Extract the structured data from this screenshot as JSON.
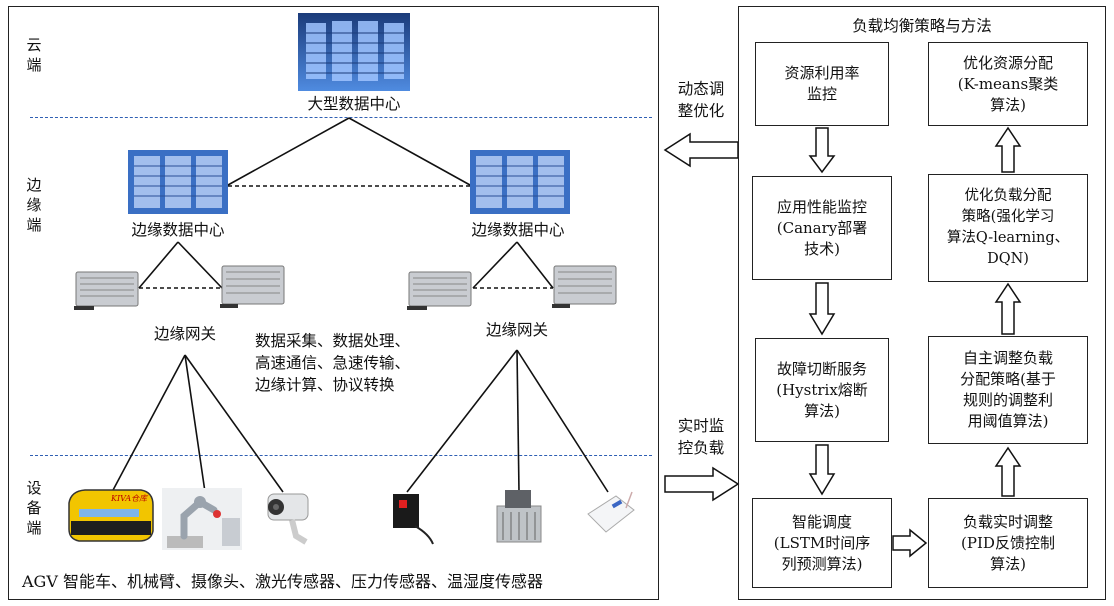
{
  "left_panel": {
    "tiers": {
      "cloud": "云\n端",
      "edge": "边\n缘\n端",
      "device": "设\n备\n端"
    },
    "cloud_center_label": "大型数据中心",
    "edge_dc_left_label": "边缘数据中心",
    "edge_dc_right_label": "边缘数据中心",
    "gateway_left_label": "边缘网关",
    "gateway_right_label": "边缘网关",
    "functions_text": "数据采集、数据处理、\n高速通信、急速传输、\n边缘计算、协议转换",
    "devices_caption": "AGV 智能车、机械臂、摄像头、激光传感器、压力传感器、温湿度传感器",
    "agv_marking": "KIVA仓库"
  },
  "middle": {
    "top_arrow_label": "动态调\n整优化",
    "bottom_arrow_label": "实时监\n控负载"
  },
  "right_panel": {
    "title": "负载均衡策略与方法",
    "boxes": {
      "resource_monitor": "资源利用率\n监控",
      "app_perf_monitor": "应用性能监控\n(Canary部署\n技术)",
      "fault_service": "故障切断服务\n(Hystrix熔断\n算法)",
      "smart_schedule": "智能调度\n(LSTM时间序\n列预测算法)",
      "realtime_adjust": "负载实时调整\n(PID反馈控制\n算法)",
      "auto_adjust": "自主调整负载\n分配策略(基于\n规则的调整利\n用阈值算法)",
      "optimize_strategy": "优化负载分配\n策略(强化学习\n算法Q-learning、\nDQN)",
      "optimize_resource": "优化资源分配\n(K-means聚类\n算法)"
    }
  },
  "colors": {
    "dashed_divider": "#2f5fb3",
    "server_blue": "#3a6fc4",
    "agv_yellow": "#f2c500"
  }
}
